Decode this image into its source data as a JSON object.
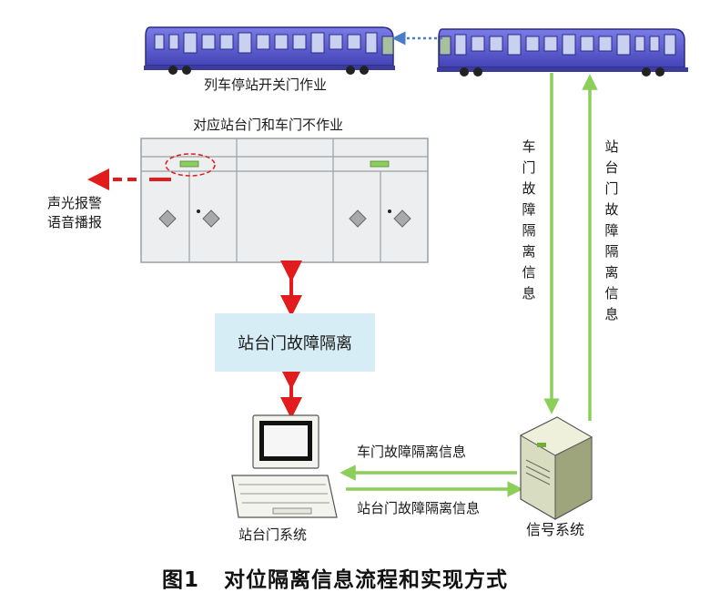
{
  "train_label": "列车停站开关门作业",
  "psd_title": "对应站台门和车门不作业",
  "alarm_label": "声光报警\n语音播报",
  "isolation_box": "站台门故障隔离",
  "door_fault_vertical": "车\n门\n故\n障\n隔\n离\n信\n息",
  "psd_fault_vertical": "站\n台\n门\n故\n障\n隔\n离\n信\n息",
  "door_fault_horizontal": "车门故障隔离信息",
  "psd_fault_horizontal": "站台门故障隔离信息",
  "psd_system_label": "站台门系统",
  "signal_system_label": "信号系统",
  "figure_caption": "图1   对位隔离信息流程和实现方式",
  "colors": {
    "train_body": "#5a5ad0",
    "train_windows": "#3a3aa8",
    "red_arrow": "#e01c1c",
    "green_arrow": "#8cce5a",
    "blue_dotted": "#4a7cc8",
    "isolation_bg": "#d6edf5"
  }
}
